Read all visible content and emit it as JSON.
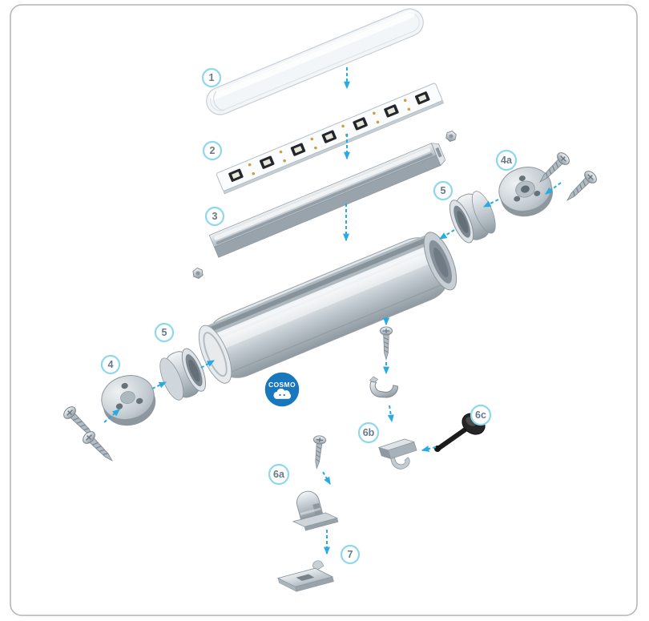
{
  "diagram": {
    "brand_badge": "COSMO",
    "labels": [
      "1",
      "2",
      "3",
      "4",
      "4a",
      "5",
      "5",
      "6a",
      "6b",
      "6c",
      "7"
    ],
    "colors": {
      "label_ring": "#8ed7ec",
      "label_text": "#687886",
      "arrow": "#29abe2",
      "badge_blue": "#1877bd",
      "metal_light": "#eef2f4",
      "metal_mid": "#b9c2c9",
      "metal_dark": "#8d979e",
      "knob_black": "#262626",
      "border_gray": "#b3b3b3"
    }
  }
}
